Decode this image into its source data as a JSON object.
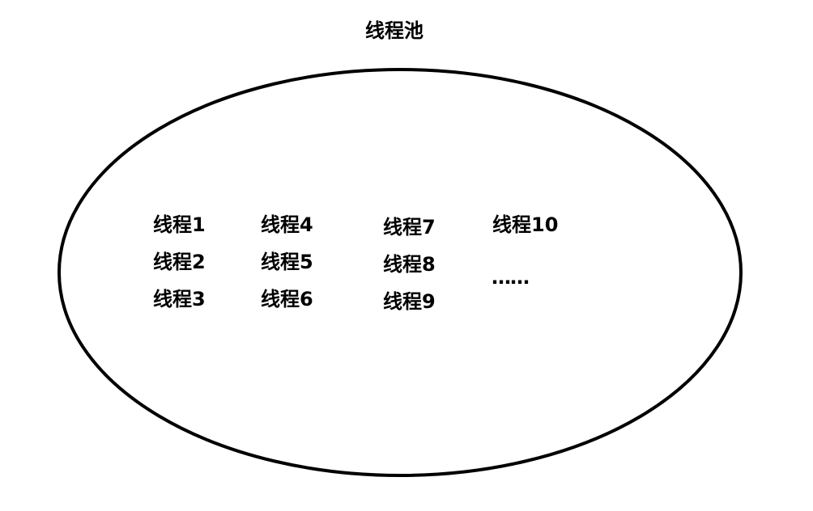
{
  "title": "线程池",
  "pool": {
    "shape": "ellipse",
    "stroke_color": "#000000",
    "fill_color": "#ffffff"
  },
  "threads": [
    {
      "label": "线程1"
    },
    {
      "label": "线程2"
    },
    {
      "label": "线程3"
    },
    {
      "label": "线程4"
    },
    {
      "label": "线程5"
    },
    {
      "label": "线程6"
    },
    {
      "label": "线程7"
    },
    {
      "label": "线程8"
    },
    {
      "label": "线程9"
    },
    {
      "label": "线程10"
    }
  ],
  "ellipsis": "……"
}
